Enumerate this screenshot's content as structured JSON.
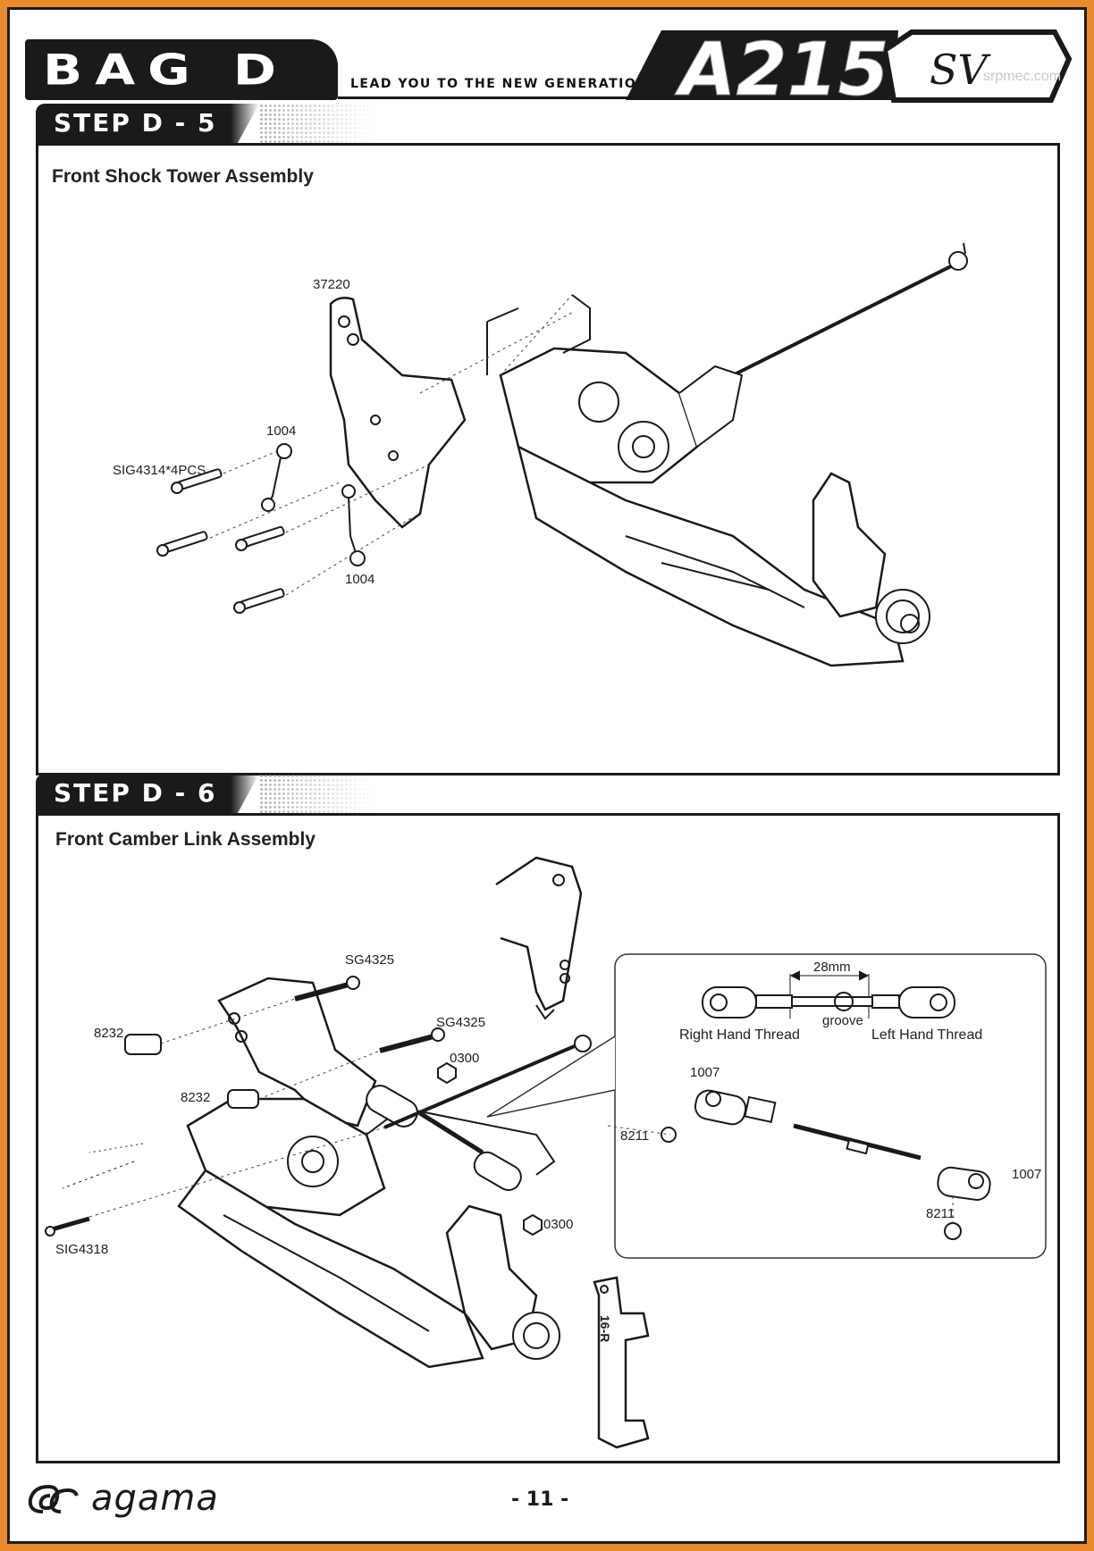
{
  "header": {
    "bag_title": "BAG D",
    "tagline": "LEAD YOU TO THE NEW GENERATION.",
    "model": "A215",
    "model_suffix": "SV",
    "watermark": "srpmec.com"
  },
  "steps": [
    {
      "id": "D-5",
      "label": "STEP D - 5",
      "title": "Front Shock Tower Assembly",
      "parts": {
        "tower": "37220",
        "link_upper": "1004",
        "screw": "SIG4314*4PCS",
        "link_lower": "1004"
      }
    },
    {
      "id": "D-6",
      "label": "STEP D - 6",
      "title": "Front Camber Link Assembly",
      "parts": {
        "screw_top": "SG4325",
        "ball_stud_a": "8232",
        "screw_mid": "SG4325",
        "nut_a": "0300",
        "ball_stud_b": "8232",
        "screw_side": "SIG4318",
        "nut_b": "0300"
      },
      "detail": {
        "dimension": "28mm",
        "groove": "groove",
        "right_thread": "Right Hand Thread",
        "left_thread": "Left Hand Thread",
        "rod_end_a": "1007",
        "ball_a": "8211",
        "rod_end_b": "1007",
        "ball_b": "8211"
      },
      "hub_marking": "16-R"
    }
  ],
  "footer": {
    "brand": "agama",
    "page_number": "- 11 -"
  }
}
